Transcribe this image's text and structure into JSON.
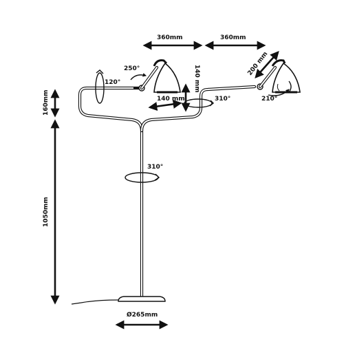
{
  "dimensions": {
    "arm_reach_left": "360mm",
    "arm_reach_right": "360mm",
    "upper_height": "160mm",
    "stand_height": "1050mm",
    "base_diameter": "Ø265mm",
    "left_arm_extension": "140 mm",
    "left_arm_vertical": "140 mm",
    "right_arm_length": "200 mm"
  },
  "angles": {
    "left_head_tilt": "250°",
    "left_pivot": "120°",
    "center_swivel": "310°",
    "stem_swivel": "310°",
    "right_head_tilt": "210°"
  }
}
